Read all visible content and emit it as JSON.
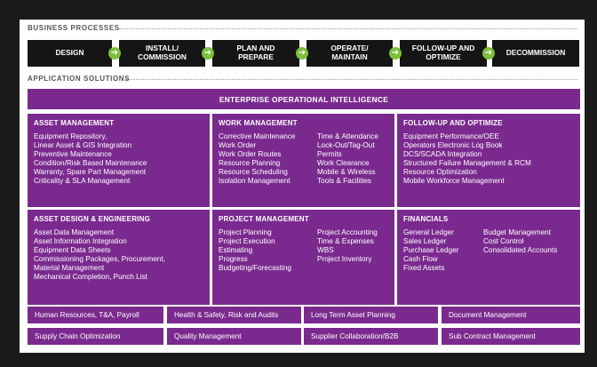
{
  "business_processes": {
    "title": "BUSINESS PROCESSES",
    "steps": [
      "DESIGN",
      "INSTALL/\nCOMMISSION",
      "PLAN AND\nPREPARE",
      "OPERATE/\nMAINTAIN",
      "FOLLOW-UP AND\nOPTIMIZE",
      "DECOMMISSION"
    ],
    "arrow_glyph": "➔"
  },
  "application_solutions": {
    "title": "APPLICATION SOLUTIONS",
    "banner": "ENTERPRISE OPERATIONAL INTELLIGENCE",
    "cells": [
      {
        "title": "ASSET MANAGEMENT",
        "columns": [
          [
            "Equipment Repository,",
            "Linear Asset & GIS Integration",
            "Preventive Maintenance",
            "Condition/Risk Based Maintenance",
            "Warranty, Spare Part Management",
            "Criticality & SLA Management"
          ]
        ]
      },
      {
        "title": "WORK MANAGEMENT",
        "columns": [
          [
            "Corrective Maintenance",
            "Work Order",
            "Work Order Routes",
            "Resource Planning",
            "Resource Scheduling",
            "Isolation Management"
          ],
          [
            "Time & Attendance",
            "Lock-Out/Tag-Out",
            "Permits",
            "Work Clearance",
            "Mobile & Wireless",
            "Tools & Facilities"
          ]
        ]
      },
      {
        "title": "FOLLOW-UP AND OPTIMIZE",
        "columns": [
          [
            "Equipment Performance/OEE",
            "Operators Electronic Log Book",
            "DCS/SCADA Integration",
            "Structured Failure Management & RCM",
            "Resource Optimization",
            "Mobile Workforce Management"
          ]
        ]
      },
      {
        "title": "ASSET DESIGN & ENGINEERING",
        "columns": [
          [
            "Asset Data Management",
            "Asset Information Integration",
            "Equipment Data Sheets",
            "Commissioning Packages, Procurement,",
            "Material Management",
            "Mechanical Completion, Punch List"
          ]
        ]
      },
      {
        "title": "PROJECT MANAGEMENT",
        "columns": [
          [
            "Project Planning",
            "Project Execution",
            "Estimating",
            "Progress",
            "Budgeting/Forecasting"
          ],
          [
            "Project Accounting",
            "Time & Expenses",
            "WBS",
            "Project Inventory"
          ]
        ]
      },
      {
        "title": "FINANCIALS",
        "columns": [
          [
            "General Ledger",
            "Sales Ledger",
            "Purchase Ledger",
            "Cash Flow",
            "Fixed Assets"
          ],
          [
            "Budget Management",
            "Cost Control",
            "Consolidated Accounts"
          ]
        ]
      }
    ],
    "bottom_items": [
      "Human Resources, T&A, Payroll",
      "Health & Safety, Risk and Audits",
      "Long Term Asset Planning",
      "Document Management",
      "Supply Chain Optimization",
      "Quality Management",
      "Supplier Collaboration/B2B",
      "Sub Contract Management"
    ]
  },
  "colors": {
    "purple": "#7a2a8e",
    "process_box": "#151515",
    "arrow": "#7cbf3a",
    "frame": "#1b1b1b"
  }
}
